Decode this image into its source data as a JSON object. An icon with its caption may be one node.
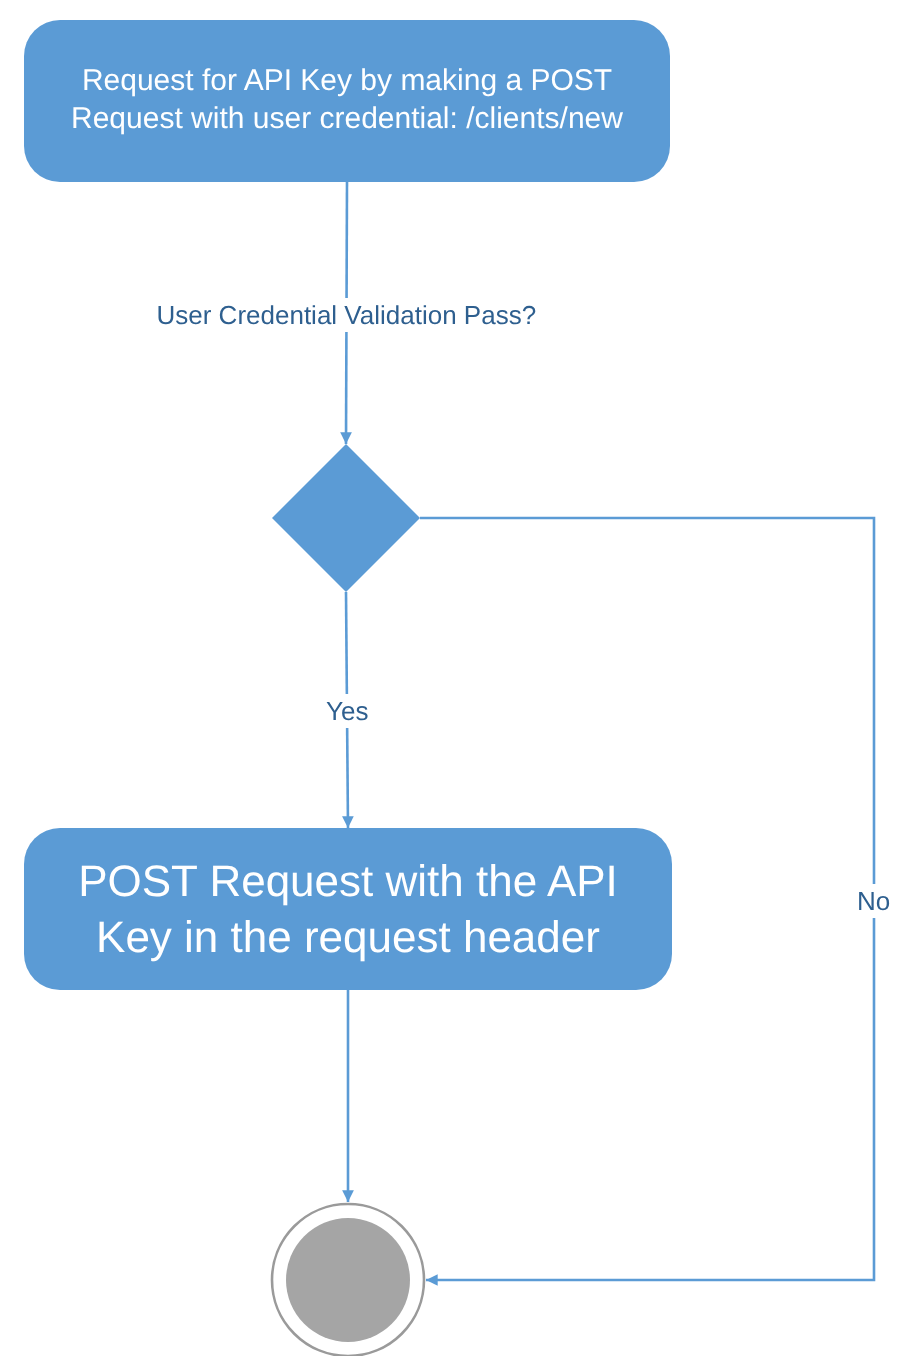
{
  "diagram": {
    "nodes": [
      {
        "text": [
          "Request for API Key by making a POST Request with user credential: /clients/new"
        ]
      },
      {
        "text": [],
        "shape": "diamond"
      },
      {
        "text": [
          "POST Request with the API Key in the request header"
        ]
      },
      {
        "text": [],
        "shape": "circle"
      }
    ],
    "edges": [
      {
        "from": 0,
        "to": 1,
        "arrow": "to",
        "label": "User Credential Validation Pass?"
      },
      {
        "from": 1,
        "to": 2,
        "arrow": "to",
        "label": "Yes"
      },
      {
        "from": 1,
        "to": 3,
        "arrow": "to",
        "label": "No"
      },
      {
        "from": 2,
        "to": 3,
        "arrow": "to"
      }
    ]
  }
}
